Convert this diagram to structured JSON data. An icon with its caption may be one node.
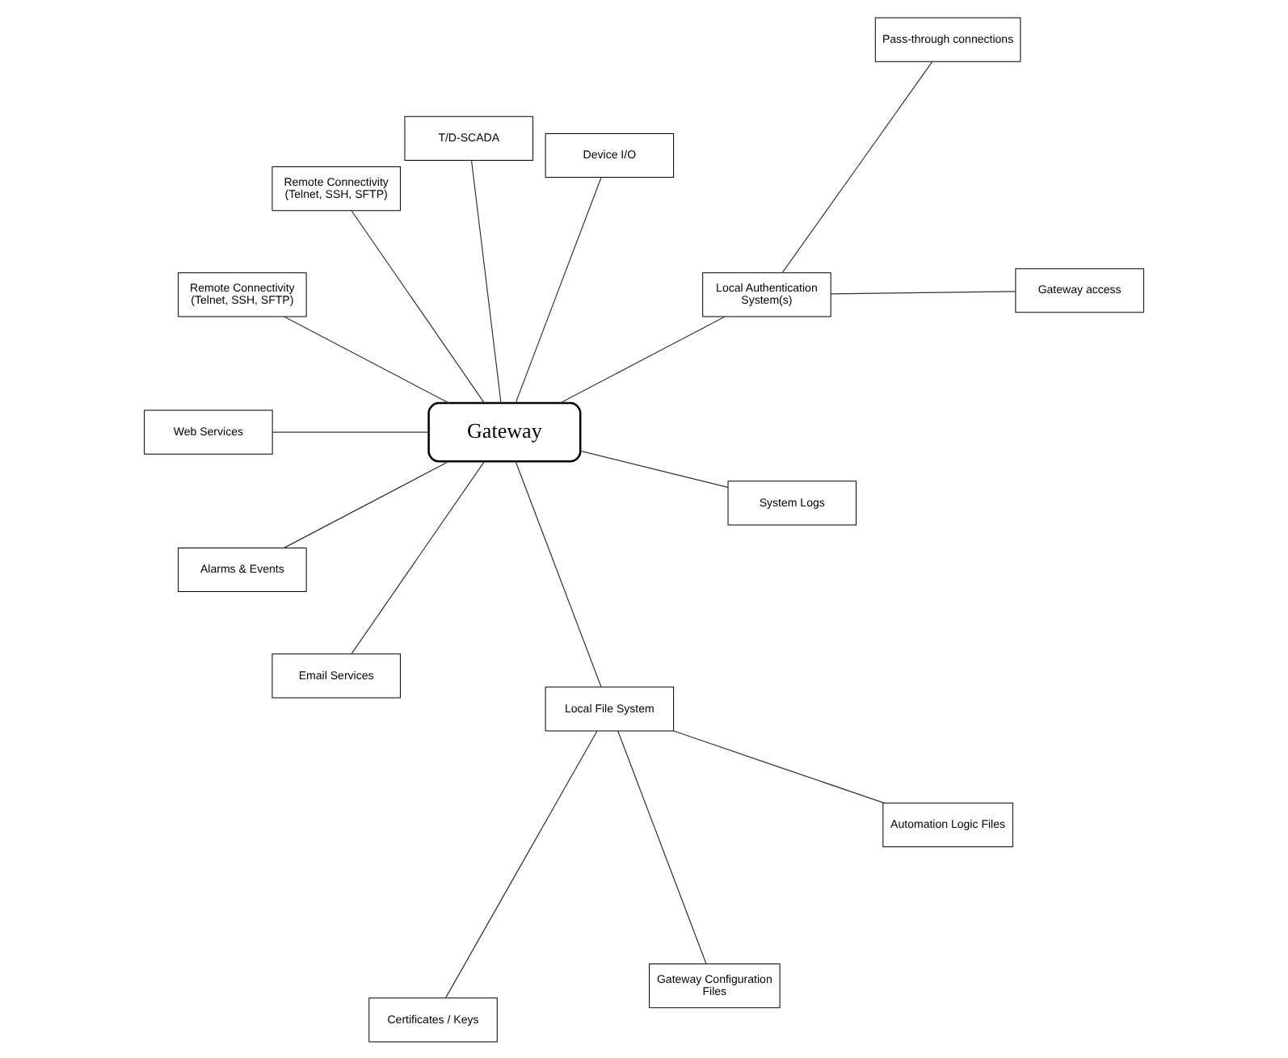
{
  "diagram": {
    "nodes": [
      {
        "text": [
          "Gateway access"
        ]
      },
      {
        "text": [
          "Pass-through connections"
        ]
      },
      {
        "text": [
          "Local Authentication System(s)"
        ]
      },
      {
        "text": [
          "Device I/O"
        ]
      },
      {
        "text": [
          "T/D-SCADA"
        ]
      },
      {
        "text": [
          "Remote Connectivity (Telnet, SSH, SFTP)"
        ]
      },
      {
        "text": [
          "Gateway"
        ]
      },
      {
        "text": [
          "Remote Connectivity (Telnet, SSH, SFTP)"
        ]
      },
      {
        "text": [
          "Web Services"
        ]
      },
      {
        "text": [
          "Alarms & Events"
        ]
      },
      {
        "text": [
          "Email Services"
        ]
      },
      {
        "text": [
          "Local File System"
        ]
      },
      {
        "text": [
          "System Logs"
        ]
      },
      {
        "text": [
          "Certificates / Keys"
        ]
      },
      {
        "text": [
          "Gateway Configuration Files"
        ]
      },
      {
        "text": [
          "Automation Logic Files"
        ]
      }
    ],
    "edges": [
      {
        "from": 2,
        "to": 0,
        "arrow": "none"
      },
      {
        "from": 2,
        "to": 1,
        "arrow": "none"
      },
      {
        "from": 6,
        "to": 2,
        "arrow": "none"
      },
      {
        "from": 6,
        "to": 3,
        "arrow": "none"
      },
      {
        "from": 6,
        "to": 4,
        "arrow": "none"
      },
      {
        "from": 6,
        "to": 5,
        "arrow": "none"
      },
      {
        "from": 6,
        "to": 7,
        "arrow": "none"
      },
      {
        "from": 6,
        "to": 8,
        "arrow": "none"
      },
      {
        "from": 6,
        "to": 9,
        "arrow": "none"
      },
      {
        "from": 6,
        "to": 10,
        "arrow": "none"
      },
      {
        "from": 6,
        "to": 12,
        "arrow": "none"
      },
      {
        "from": 6,
        "to": 11,
        "arrow": "none"
      },
      {
        "from": 11,
        "to": 13,
        "arrow": "none"
      },
      {
        "from": 11,
        "to": 14,
        "arrow": "none"
      },
      {
        "from": 11,
        "to": 15,
        "arrow": "none"
      }
    ]
  }
}
